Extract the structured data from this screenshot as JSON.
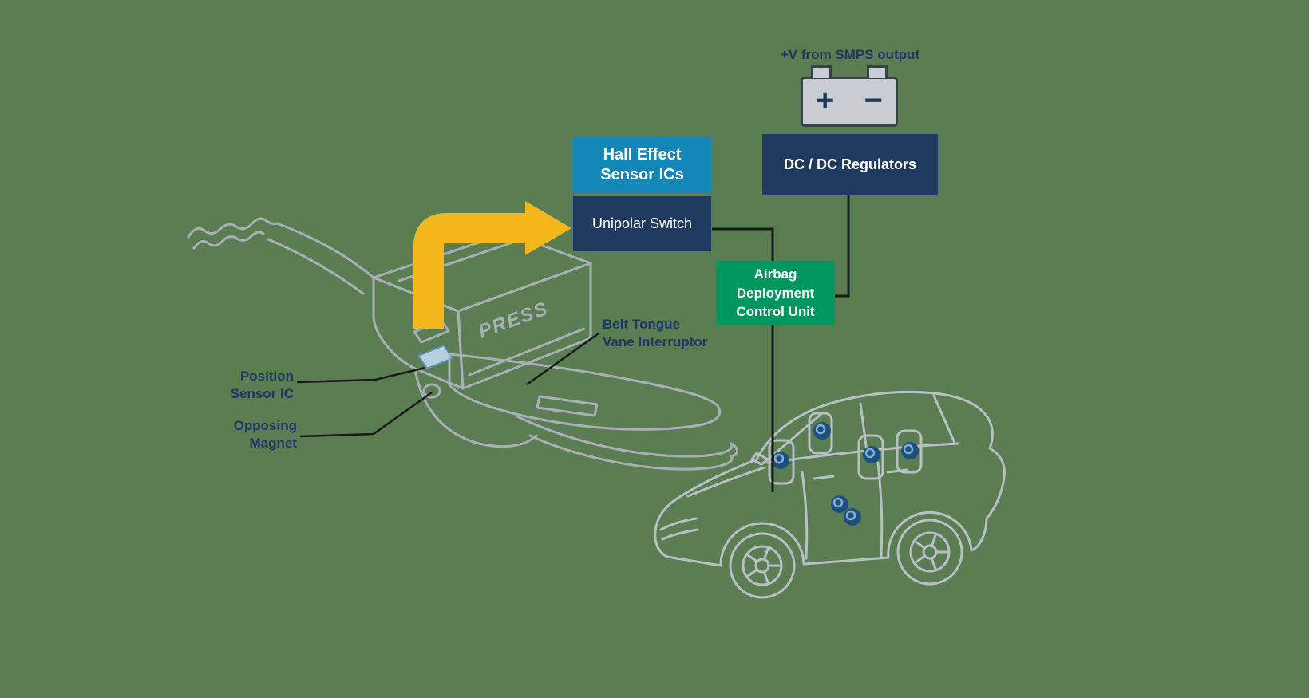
{
  "colors": {
    "bg": "#5b7d52",
    "navy": "#1e3a5f",
    "teal": "#1586b8",
    "green": "#009660",
    "yellow": "#f3b71c",
    "label": "#1d3768",
    "wire": "#1a1a1a",
    "art": "#a9afb7",
    "car": "#b9bfc6",
    "dot": "#1d4f7c",
    "battery_body": "#c9cdd2",
    "battery_border": "#3a4049"
  },
  "diagram": {
    "smps_label": "+V from SMPS output",
    "battery": {
      "plus": "+",
      "minus": "−"
    },
    "boxes": {
      "hall": {
        "line1": "Hall Effect",
        "line2": "Sensor ICs"
      },
      "unipolar": {
        "label": "Unipolar Switch"
      },
      "dcdc": {
        "label": "DC / DC Regulators"
      },
      "airbag": {
        "line1": "Airbag",
        "line2": "Deployment",
        "line3": "Control Unit"
      }
    },
    "callouts": {
      "position_sensor": {
        "line1": "Position",
        "line2": "Sensor IC"
      },
      "opposing_magnet": {
        "line1": "Opposing",
        "line2": "Magnet"
      },
      "belt_tongue": {
        "line1": "Belt Tongue",
        "line2": "Vane Interruptor"
      }
    },
    "buckle_text": "PRESS"
  }
}
